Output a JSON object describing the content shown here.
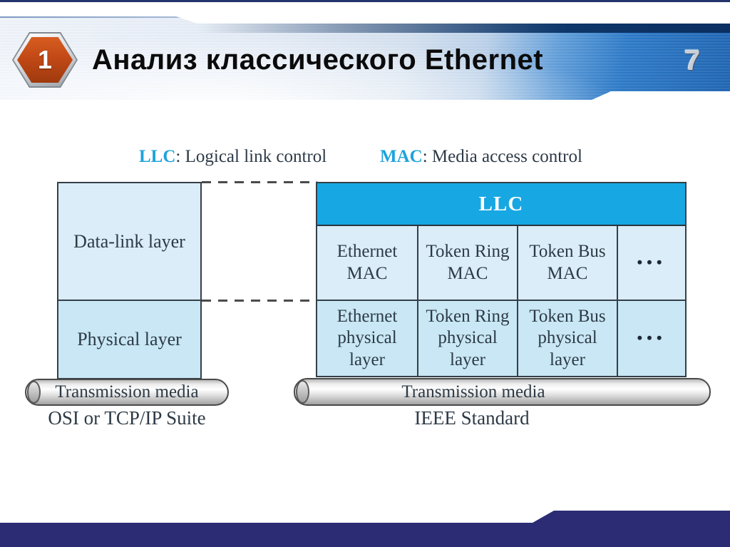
{
  "slide": {
    "badge_number": "1",
    "title": "Анализ классического Ethernet",
    "page_number": "7"
  },
  "legend": {
    "llc_term": "LLC",
    "llc_def": ": Logical link control",
    "mac_term": "MAC",
    "mac_def": ": Media access control"
  },
  "osi_stack": {
    "cells": [
      "Data-link layer",
      "Physical layer"
    ],
    "media_label": "Transmission media",
    "caption": "OSI or TCP/IP Suite"
  },
  "ieee_stack": {
    "llc_header": "LLC",
    "mac_row": [
      "Ethernet MAC",
      "Token Ring MAC",
      "Token Bus MAC",
      "•••"
    ],
    "phy_row": [
      "Ethernet physical layer",
      "Token Ring physical layer",
      "Token Bus physical layer",
      "•••"
    ],
    "media_label": "Transmission media",
    "caption": "IEEE Standard"
  },
  "colors": {
    "llc_header_fill": "#17a7e3",
    "legend_accent": "#1ea3dc",
    "cell_light_blue": "#daedf8",
    "cell_medium_blue": "#c9e7f5",
    "header_band_blue": "#2a78c6",
    "footer_navy": "#2b2c74",
    "badge_orange": "#c24916",
    "diagram_text": "#2d3a46"
  }
}
